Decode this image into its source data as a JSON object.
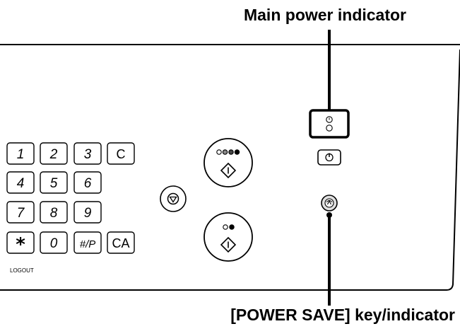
{
  "callouts": {
    "main_power": "Main power indicator",
    "power_save": "[POWER SAVE] key/indicator"
  },
  "keypad": {
    "rows": [
      [
        "1",
        "2",
        "3",
        "C"
      ],
      [
        "4",
        "5",
        "6"
      ],
      [
        "7",
        "8",
        "9"
      ],
      [
        "*",
        "0",
        "#/P",
        "CA"
      ]
    ],
    "logout_label": "LOGOUT"
  },
  "icons": {
    "stop": "stop-icon",
    "color_start": "color-start-icon",
    "bw_start": "black-white-start-icon",
    "power": "power-icon",
    "power_save": "power-save-icon",
    "main_power_indicator": "main-power-indicator-icon"
  },
  "colors": {
    "line": "#000000",
    "background": "#ffffff"
  }
}
